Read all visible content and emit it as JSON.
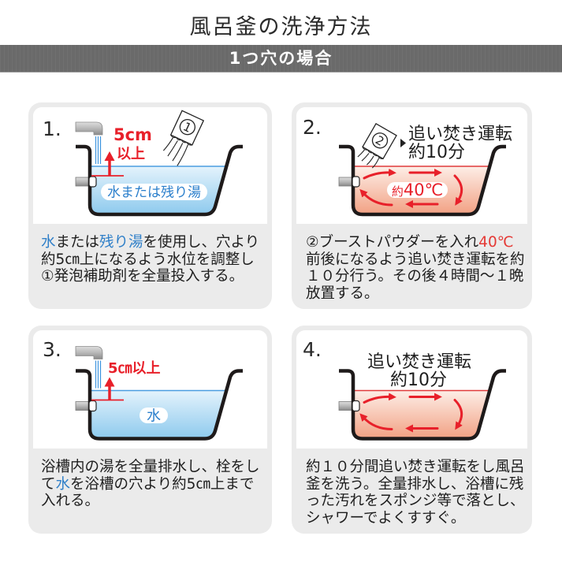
{
  "page": {
    "title": "風呂釜の洗浄方法",
    "section_header": "1つ穴の場合"
  },
  "colors": {
    "section_header_bg": "#6a6a6a",
    "card_bg": "#ebebeb",
    "highlight_blue": "#2f7fc8",
    "highlight_red": "#e53935",
    "cold_water": "#a9d8f2",
    "warm_water": "#f4ab91",
    "tub_outline": "#1e1a1a",
    "arrow_red": "#e8202a"
  },
  "steps": [
    {
      "number": "1.",
      "illustration": {
        "water": "cold",
        "height_value": "5cm",
        "height_suffix": "以上",
        "pouch_number": "1",
        "water_label": "水または残り湯"
      },
      "description_lines": [
        [
          {
            "text": "水",
            "color": "#2f7fc8"
          },
          {
            "text": "または"
          },
          {
            "text": "残り湯",
            "color": "#2f7fc8"
          },
          {
            "text": "を使用し、穴より"
          }
        ],
        [
          {
            "text": "約5㎝上になるよう水位を調整し"
          }
        ],
        [
          {
            "text": "①発泡補助剤を全量投入する。"
          }
        ]
      ]
    },
    {
      "number": "2.",
      "illustration": {
        "water": "warm",
        "pouch_number": "2",
        "operation_line1": "追い焚き運転",
        "operation_line2": "約10分",
        "temp_prefix": "約",
        "temp_value": "40℃"
      },
      "description_lines": [
        [
          {
            "text": "②ブーストパウダーを入れ"
          },
          {
            "text": "40℃",
            "color": "#e53935"
          }
        ],
        [
          {
            "text": "前後になるよう追い焚き運転を約"
          }
        ],
        [
          {
            "text": "１０分行う。その後４時間～１晩"
          }
        ],
        [
          {
            "text": "放置する。"
          }
        ]
      ]
    },
    {
      "number": "3.",
      "illustration": {
        "water": "cold",
        "height_label": "5㎝以上",
        "water_label": "水"
      },
      "description_lines": [
        [
          {
            "text": "浴槽内の湯を全量排水し、栓をし"
          }
        ],
        [
          {
            "text": "て"
          },
          {
            "text": "水",
            "color": "#2f7fc8"
          },
          {
            "text": "を浴槽の穴より約5㎝上まで"
          }
        ],
        [
          {
            "text": "入れる。"
          }
        ]
      ]
    },
    {
      "number": "4.",
      "illustration": {
        "water": "warm",
        "operation_line1": "追い焚き運転",
        "operation_line2": "約10分"
      },
      "description_lines": [
        [
          {
            "text": "約１０分間追い焚き運転をし風呂"
          }
        ],
        [
          {
            "text": "釜を洗う。全量排水し、浴槽に残"
          }
        ],
        [
          {
            "text": "った汚れをスポンジ等で落とし、"
          }
        ],
        [
          {
            "text": "シャワーでよくすすぐ。"
          }
        ]
      ]
    }
  ]
}
